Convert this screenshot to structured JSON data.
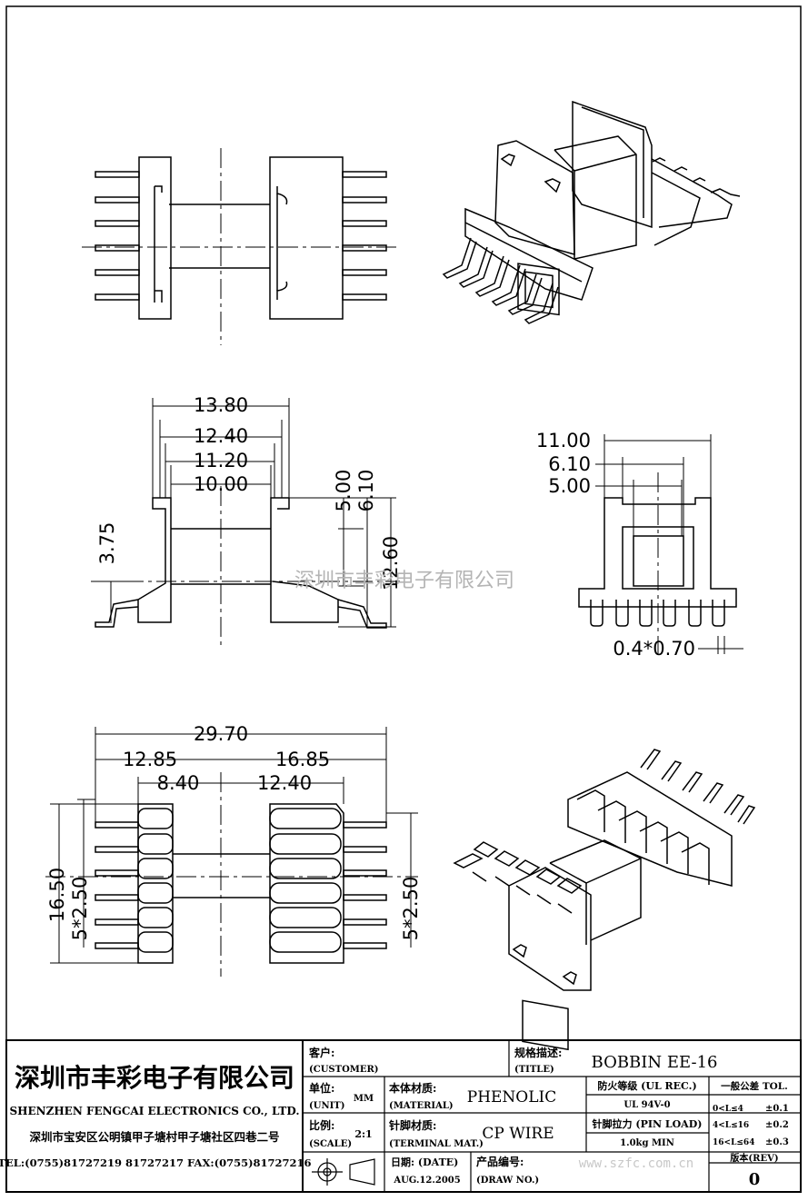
{
  "watermark": "深圳市丰彩电子有限公司",
  "dimensions": {
    "side": {
      "w1": "13.80",
      "w2": "12.40",
      "w3": "11.20",
      "w4": "10.00",
      "h_left": "3.75",
      "v1": "5.00",
      "v2": "6.10",
      "v3": "12.60"
    },
    "end": {
      "w1": "11.00",
      "w2": "6.10",
      "w3": "5.00",
      "pin": "0.4*0.70"
    },
    "bottom": {
      "overall": "29.70",
      "left": "12.85",
      "right": "16.85",
      "inner_left": "8.40",
      "inner_right": "12.40",
      "height": "16.50",
      "pitch_left": "5*2.50",
      "pitch_right": "5*2.50"
    }
  },
  "title_block": {
    "company_cn": "深圳市丰彩电子有限公司",
    "company_en": "SHENZHEN FENGCAI ELECTRONICS CO., LTD.",
    "address": "深圳市宝安区公明镇甲子塘村甲子塘社区四巷二号",
    "tel": "TEL:(0755)81727219  81727217   FAX:(0755)81727216",
    "customer_label_cn": "客户:",
    "customer_label_en": "(CUSTOMER)",
    "title_label_cn": "规格描述:",
    "title_label_en": "(TITLE)",
    "title_value": "BOBBIN EE-16",
    "unit_label_cn": "单位:",
    "unit_label_en": "(UNIT)",
    "unit_value": "MM",
    "scale_label_cn": "比例:",
    "scale_label_en": "(SCALE)",
    "scale_value": "2:1",
    "material_label_cn": "本体材质:",
    "material_label_en": "(MATERIAL)",
    "material_value": "PHENOLIC",
    "terminal_label_cn": "针脚材质:",
    "terminal_label_en": "(TERMINAL MAT.)",
    "terminal_value": "CP WIRE",
    "flame_label": "防火等级 (UL REC.)",
    "flame_value": "UL 94V-0",
    "pinload_label": "针脚拉力 (PIN LOAD)",
    "pinload_value": "1.0kg MIN",
    "tol_label": "一般公差 TOL.",
    "tol_rows": [
      {
        "range": "0<L≤4",
        "value": "±0.1"
      },
      {
        "range": "4<L≤16",
        "value": "±0.2"
      },
      {
        "range": "16<L≤64",
        "value": "±0.3"
      }
    ],
    "date_label": "日期: (DATE)",
    "date_value": "AUG.12.2005",
    "drawno_label_cn": "产品编号:",
    "drawno_label_en": "(DRAW NO.)",
    "rev_label": "版本(REV)",
    "rev_value": "0",
    "website": "www.szfc.com.cn"
  }
}
